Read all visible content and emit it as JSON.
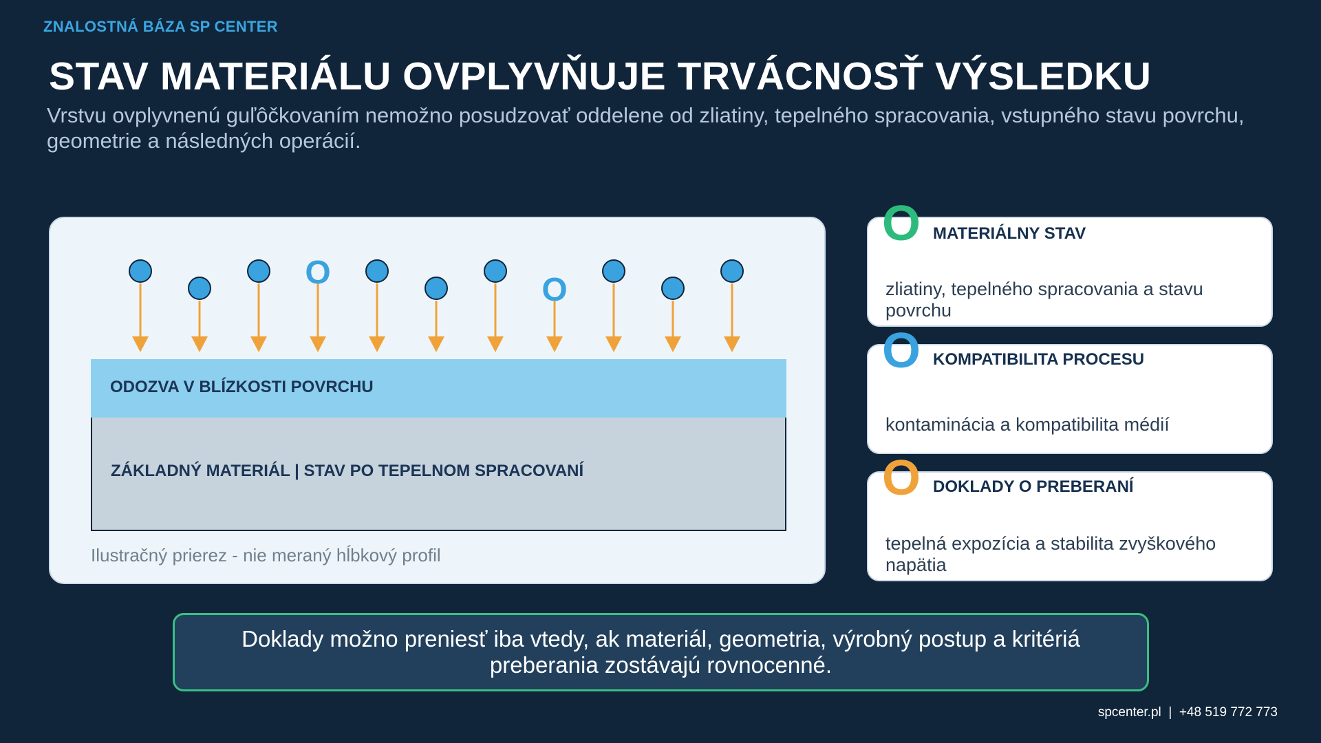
{
  "header": {
    "kicker": "ZNALOSTNÁ BÁZA SP CENTER",
    "title": "STAV MATERIÁLU OVPLYVŇUJE TRVÁCNOSŤ VÝSLEDKU",
    "subtitle": "Vrstvu ovplyvnenú guľôčkovaním nemožno posudzovať oddelene od zliatiny, tepelného spracovania, vstupného stavu povrchu, geometrie a následných operácií."
  },
  "diagram": {
    "shot_marks": [
      {
        "kind": "ball",
        "raised": true
      },
      {
        "kind": "ball",
        "raised": false
      },
      {
        "kind": "ball",
        "raised": true
      },
      {
        "kind": "letter",
        "text": "O",
        "raised": true
      },
      {
        "kind": "ball",
        "raised": true
      },
      {
        "kind": "ball",
        "raised": false
      },
      {
        "kind": "ball",
        "raised": true
      },
      {
        "kind": "letter",
        "text": "O",
        "raised": false
      },
      {
        "kind": "ball",
        "raised": true
      },
      {
        "kind": "ball",
        "raised": false
      },
      {
        "kind": "ball",
        "raised": true
      }
    ],
    "surface_layer_label": "ODOZVA V BLÍZKOSTI POVRCHU",
    "base_layer_label": "ZÁKLADNÝ MATERIÁL | STAV PO TEPELNOM SPRACOVANÍ",
    "caption": "Ilustračný prierez - nie meraný hĺbkový profil",
    "colors": {
      "ball": "#3aa3df",
      "arrow": "#f0a23a",
      "surface": "#8dcfee",
      "base": "#c7d3dc"
    }
  },
  "cards": [
    {
      "badge": "O",
      "badge_color": "#2dbb7d",
      "title": "MATERIÁLNY STAV",
      "body": "zliatiny, tepelného spracovania a stavu povrchu"
    },
    {
      "badge": "O",
      "badge_color": "#3aa3df",
      "title": "KOMPATIBILITA PROCESU",
      "body": "kontaminácia a kompatibilita médií"
    },
    {
      "badge": "O",
      "badge_color": "#f0a23a",
      "title": "DOKLADY O PREBERANÍ",
      "body": "tepelná expozícia a stabilita zvyškového napätia"
    }
  ],
  "note": "Doklady možno preniesť iba vtedy, ak materiál, geometria, výrobný postup a kritériá preberania zostávajú rovnocenné.",
  "footer": {
    "website": "spcenter.pl",
    "separator": "|",
    "phone": "+48 519 772 773"
  }
}
